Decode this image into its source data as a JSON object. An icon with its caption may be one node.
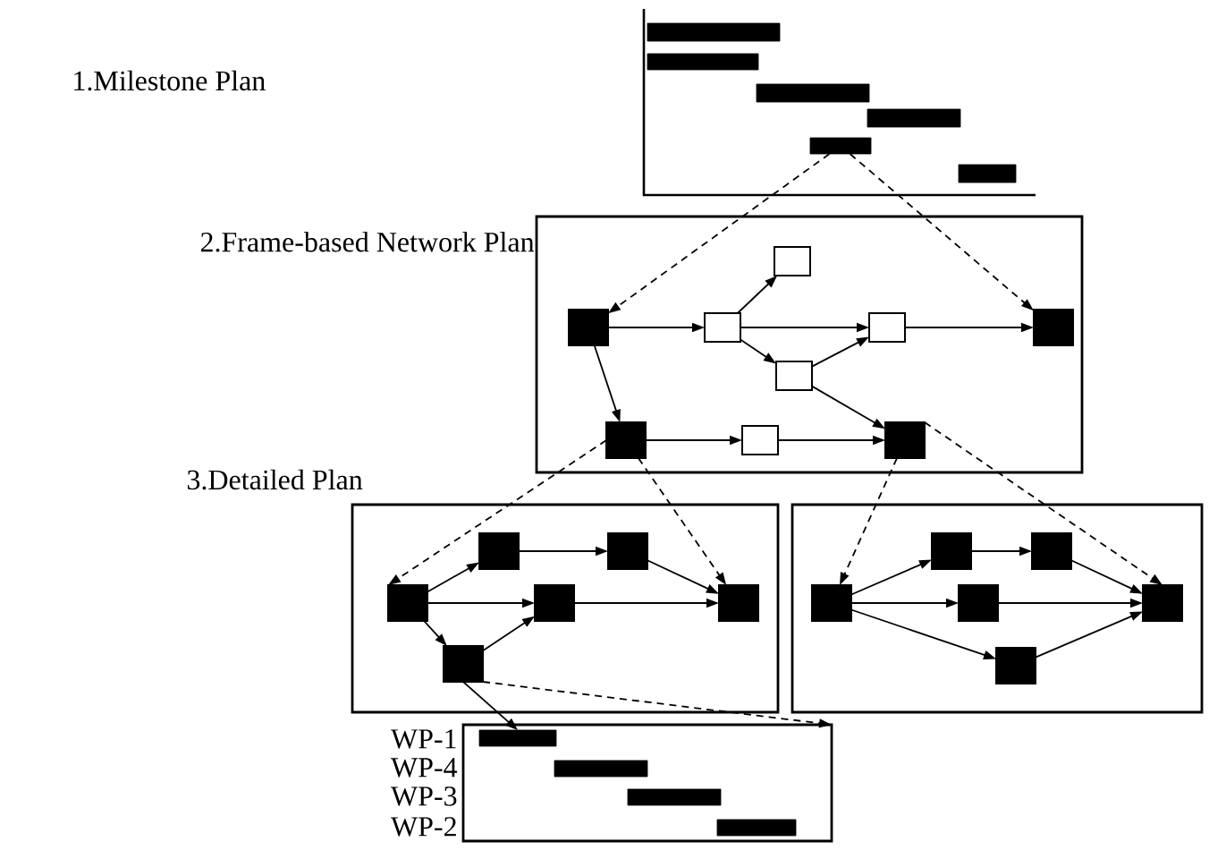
{
  "diagram": {
    "nodes": [
      {
        "text": [],
        "shape": "bar"
      },
      {
        "text": [],
        "shape": "bar"
      },
      {
        "text": [],
        "shape": "bar"
      },
      {
        "text": [],
        "shape": "bar"
      },
      {
        "text": [],
        "shape": "bar"
      },
      {
        "text": [],
        "shape": "bar"
      },
      {
        "text": [
          "2.Frame-based Network Plan"
        ]
      },
      {
        "text": [],
        "shape": "box",
        "in": 6
      },
      {
        "text": [],
        "shape": "box",
        "in": 6
      },
      {
        "text": [],
        "shape": "box",
        "in": 6
      },
      {
        "text": [],
        "shape": "box",
        "in": 6
      },
      {
        "text": [],
        "shape": "box",
        "in": 6
      },
      {
        "text": [],
        "shape": "box",
        "in": 6
      },
      {
        "text": [],
        "shape": "box",
        "in": 6
      },
      {
        "text": [],
        "shape": "box",
        "in": 6
      },
      {
        "text": [],
        "shape": "box",
        "in": 6
      },
      {
        "text": [],
        "shape": "box"
      },
      {
        "text": [],
        "shape": "box",
        "in": 16
      },
      {
        "text": [],
        "shape": "box",
        "in": 16
      },
      {
        "text": [],
        "shape": "box",
        "in": 16
      },
      {
        "text": [],
        "shape": "box",
        "in": 16
      },
      {
        "text": [],
        "shape": "box",
        "in": 16
      },
      {
        "text": [],
        "shape": "box",
        "in": 16
      },
      {
        "text": [],
        "shape": "box"
      },
      {
        "text": [],
        "shape": "box",
        "in": 23
      },
      {
        "text": [],
        "shape": "box",
        "in": 23
      },
      {
        "text": [],
        "shape": "box",
        "in": 23
      },
      {
        "text": [],
        "shape": "box",
        "in": 23
      },
      {
        "text": [],
        "shape": "box",
        "in": 23
      },
      {
        "text": [],
        "shape": "box",
        "in": 23
      },
      {
        "text": [],
        "shape": "box"
      },
      {
        "text": [],
        "shape": "bar",
        "in": 30
      },
      {
        "text": [],
        "shape": "bar",
        "in": 30
      },
      {
        "text": [],
        "shape": "bar",
        "in": 30
      },
      {
        "text": [],
        "shape": "bar",
        "in": 30
      }
    ],
    "edges": [
      {
        "from": 4,
        "to": 7,
        "arrow": "to",
        "style": "dashed"
      },
      {
        "from": 4,
        "to": 11,
        "arrow": "to",
        "style": "dashed"
      },
      {
        "from": 7,
        "to": 8,
        "arrow": "to"
      },
      {
        "from": 8,
        "to": 9,
        "arrow": "to"
      },
      {
        "from": 8,
        "to": 10,
        "arrow": "to"
      },
      {
        "from": 8,
        "to": 12,
        "arrow": "to"
      },
      {
        "from": 10,
        "to": 11,
        "arrow": "to"
      },
      {
        "from": 12,
        "to": 10,
        "arrow": "to"
      },
      {
        "from": 12,
        "to": 15,
        "arrow": "to"
      },
      {
        "from": 7,
        "to": 13,
        "arrow": "to"
      },
      {
        "from": 13,
        "to": 14,
        "arrow": "to"
      },
      {
        "from": 14,
        "to": 15,
        "arrow": "to"
      },
      {
        "from": 13,
        "to": 17,
        "arrow": "to",
        "style": "dashed"
      },
      {
        "from": 13,
        "to": 21,
        "arrow": "to",
        "style": "dashed"
      },
      {
        "from": 15,
        "to": 24,
        "arrow": "to",
        "style": "dashed"
      },
      {
        "from": 15,
        "to": 28,
        "arrow": "to",
        "style": "dashed"
      },
      {
        "from": 17,
        "to": 18,
        "arrow": "to"
      },
      {
        "from": 18,
        "to": 19,
        "arrow": "to"
      },
      {
        "from": 19,
        "to": 21,
        "arrow": "to"
      },
      {
        "from": 17,
        "to": 20,
        "arrow": "to"
      },
      {
        "from": 20,
        "to": 21,
        "arrow": "to"
      },
      {
        "from": 17,
        "to": 22,
        "arrow": "to"
      },
      {
        "from": 22,
        "to": 20,
        "arrow": "to"
      },
      {
        "from": 24,
        "to": 25,
        "arrow": "to"
      },
      {
        "from": 25,
        "to": 26,
        "arrow": "to"
      },
      {
        "from": 26,
        "to": 28,
        "arrow": "to"
      },
      {
        "from": 24,
        "to": 27,
        "arrow": "to"
      },
      {
        "from": 27,
        "to": 28,
        "arrow": "to"
      },
      {
        "from": 24,
        "to": 29,
        "arrow": "to"
      },
      {
        "from": 29,
        "to": 28,
        "arrow": "to"
      },
      {
        "from": 22,
        "to": 31,
        "arrow": "to"
      },
      {
        "from": 22,
        "to": 30,
        "arrow": "to",
        "style": "dashed"
      }
    ],
    "labels": [
      "1.Milestone Plan",
      "3.Detailed Plan",
      "WP-1",
      "WP-4",
      "WP-3",
      "WP-2"
    ]
  }
}
